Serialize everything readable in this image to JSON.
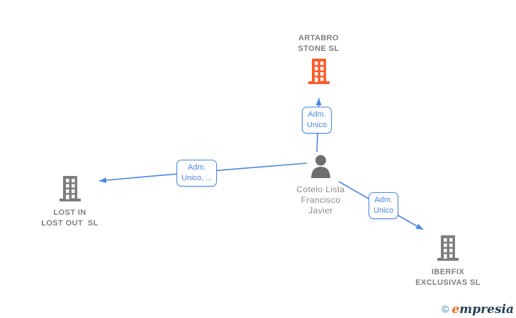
{
  "diagram": {
    "person": {
      "name": "Cotelo Lista\nFrancisco\nJavier"
    },
    "companies": {
      "artabro": {
        "name": "ARTABRO\nSTONE SL"
      },
      "lostin": {
        "name": "LOST IN\nLOST OUT  SL"
      },
      "iberfix": {
        "name": "IBERFIX\nEXCLUSIVAS SL"
      }
    },
    "edges": {
      "to_artabro": {
        "label": "Adm.\nUnico"
      },
      "to_lostin": {
        "label": "Adm.\nUnico, ..."
      },
      "to_iberfix": {
        "label": "Adm.\nUnico"
      }
    },
    "colors": {
      "edge_blue": "#4a86e8",
      "company_gray": "#7d7d7d",
      "highlight_orange": "#fc5d2c",
      "label_gray": "#7e7e7e",
      "logo_navy": "#253e5a",
      "logo_orange": "#f26822",
      "logo_copyright_blue": "#2e7fad"
    }
  },
  "watermark": {
    "copyright_symbol": "©",
    "brand": "empresia"
  }
}
